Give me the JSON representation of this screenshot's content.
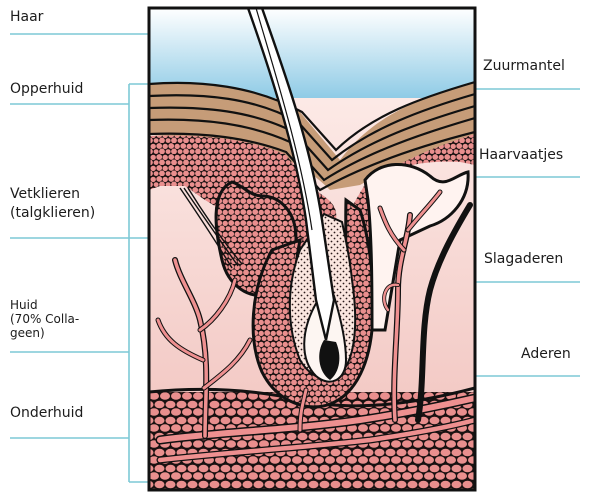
{
  "labels": {
    "haar": "Haar",
    "opperhuid": "Opperhuid",
    "vetklieren_1": "Vetklieren",
    "vetklieren_2": "(talgklieren)",
    "huid_1": "Huid",
    "huid_2": "(70% Colla-",
    "huid_3": "geen)",
    "onderhuid": "Onderhuid",
    "zuurmantel": "Zuurmantel",
    "haarvaatjes": "Haarvaatjes",
    "slagaderen": "Slagaderen",
    "aderen": "Aderen"
  },
  "colors": {
    "leader": "#7dc9d6",
    "sky_top": "#ffffff",
    "sky_bottom": "#8fcbe6",
    "epidermis": "#c69c78",
    "dermis_top": "#fff1ee",
    "dermis_bottom": "#f2c4bf",
    "gland": "#e88e8d",
    "vessel": "#ee9090",
    "outline": "#111111"
  }
}
